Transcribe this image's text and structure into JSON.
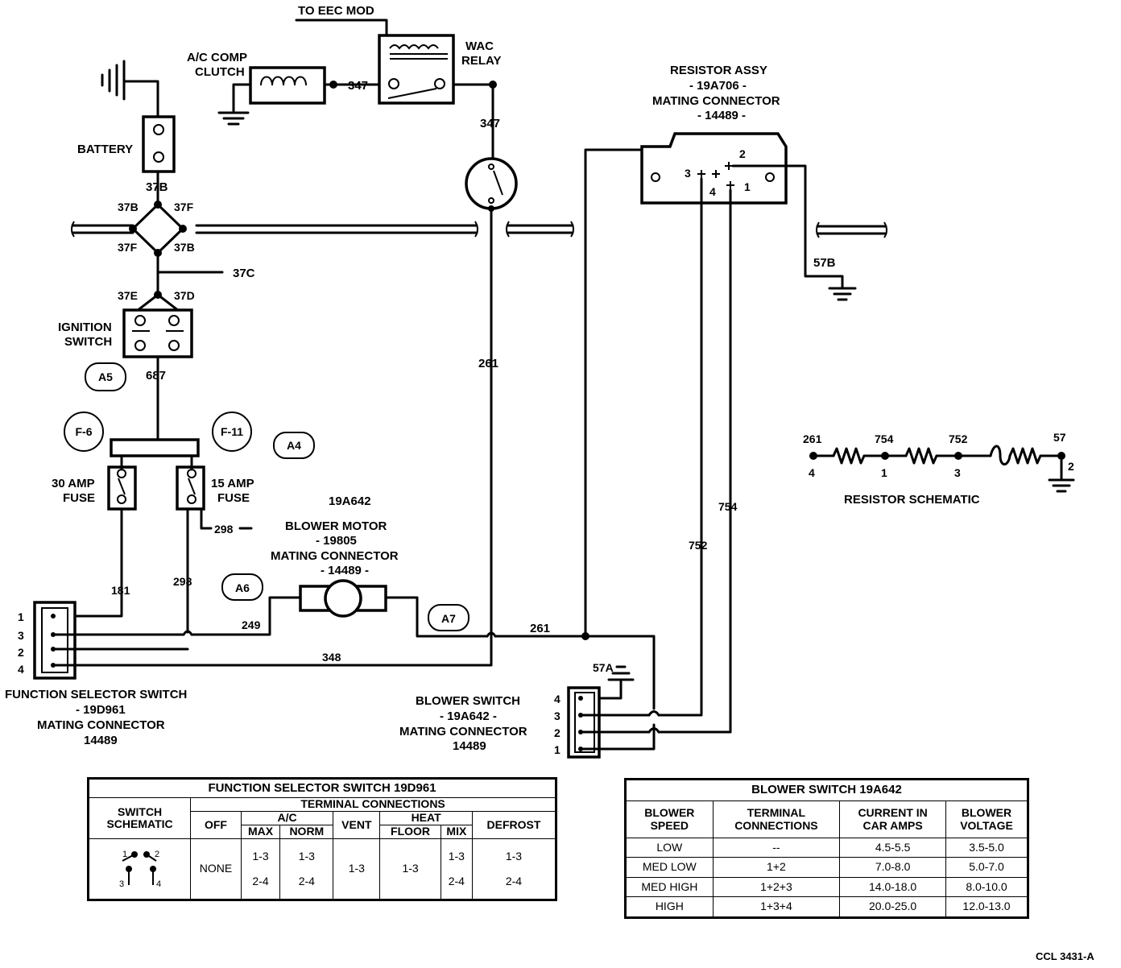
{
  "labels": {
    "eec": "TO EEC MOD",
    "ac_comp": "A/C COMP",
    "clutch": "CLUTCH",
    "wac": "WAC",
    "relay": "RELAY",
    "battery": "BATTERY",
    "ignition": "IGNITION",
    "switch": "SWITCH",
    "fuse30_a": "30 AMP",
    "fuse30_b": "FUSE",
    "fuse15_a": "15 AMP",
    "fuse15_b": "FUSE",
    "resistor_assy": "RESISTOR ASSY",
    "resistor_part": "- 19A706 -",
    "mating_connector": "MATING CONNECTOR",
    "connector_14489_dash": "- 14489 -",
    "blower_top": "19A642",
    "blower_motor": "BLOWER MOTOR",
    "blower_motor_part": "- 19805",
    "fss_title_1": "FUNCTION SELECTOR SWITCH",
    "fss_title_2": "- 19D961",
    "fss_title_3": "MATING CONNECTOR",
    "fss_title_4": "14489",
    "bsw_title_1": "BLOWER SWITCH",
    "bsw_title_2": "- 19A642 -",
    "bsw_title_3": "MATING CONNECTOR",
    "bsw_title_4": "14489",
    "resistor_schematic": "RESISTOR SCHEMATIC",
    "figure_code": "CCL 3431-A"
  },
  "circles": {
    "a5": "A5",
    "a4": "A4",
    "a6": "A6",
    "a7": "A7",
    "f6": "F-6",
    "f11": "F-11"
  },
  "wires": {
    "w347": "347",
    "w37b": "37B",
    "w37f": "37F",
    "w37c": "37C",
    "w37e": "37E",
    "w37d": "37D",
    "w687": "687",
    "w261": "261",
    "w57b": "57B",
    "w298": "298",
    "w181": "181",
    "w249": "249",
    "w348": "348",
    "w752": "752",
    "w754": "754",
    "w57a": "57A",
    "w57": "57"
  },
  "pins": {
    "p1": "1",
    "p2": "2",
    "p3": "3",
    "p4": "4"
  },
  "fss_table": {
    "title": "FUNCTION SELECTOR SWITCH 19D961",
    "switch_schematic_1": "SWITCH",
    "switch_schematic_2": "SCHEMATIC",
    "terminal_connections": "TERMINAL CONNECTIONS",
    "ac": "A/C",
    "heat": "HEAT",
    "off": "OFF",
    "max": "MAX",
    "norm": "NORM",
    "vent": "VENT",
    "floor": "FLOOR",
    "mix": "MIX",
    "defrost": "DEFROST",
    "none": "NONE",
    "v13": "1-3",
    "v24": "2-4"
  },
  "bs_table": {
    "title": "BLOWER SWITCH 19A642",
    "headers": [
      [
        "BLOWER",
        "SPEED"
      ],
      [
        "TERMINAL",
        "CONNECTIONS"
      ],
      [
        "CURRENT IN",
        "CAR AMPS"
      ],
      [
        "BLOWER",
        "VOLTAGE"
      ]
    ],
    "rows": [
      [
        "LOW",
        "--",
        "4.5-5.5",
        "3.5-5.0"
      ],
      [
        "MED LOW",
        "1+2",
        "7.0-8.0",
        "5.0-7.0"
      ],
      [
        "MED HIGH",
        "1+2+3",
        "14.0-18.0",
        "8.0-10.0"
      ],
      [
        "HIGH",
        "1+3+4",
        "20.0-25.0",
        "12.0-13.0"
      ]
    ]
  }
}
